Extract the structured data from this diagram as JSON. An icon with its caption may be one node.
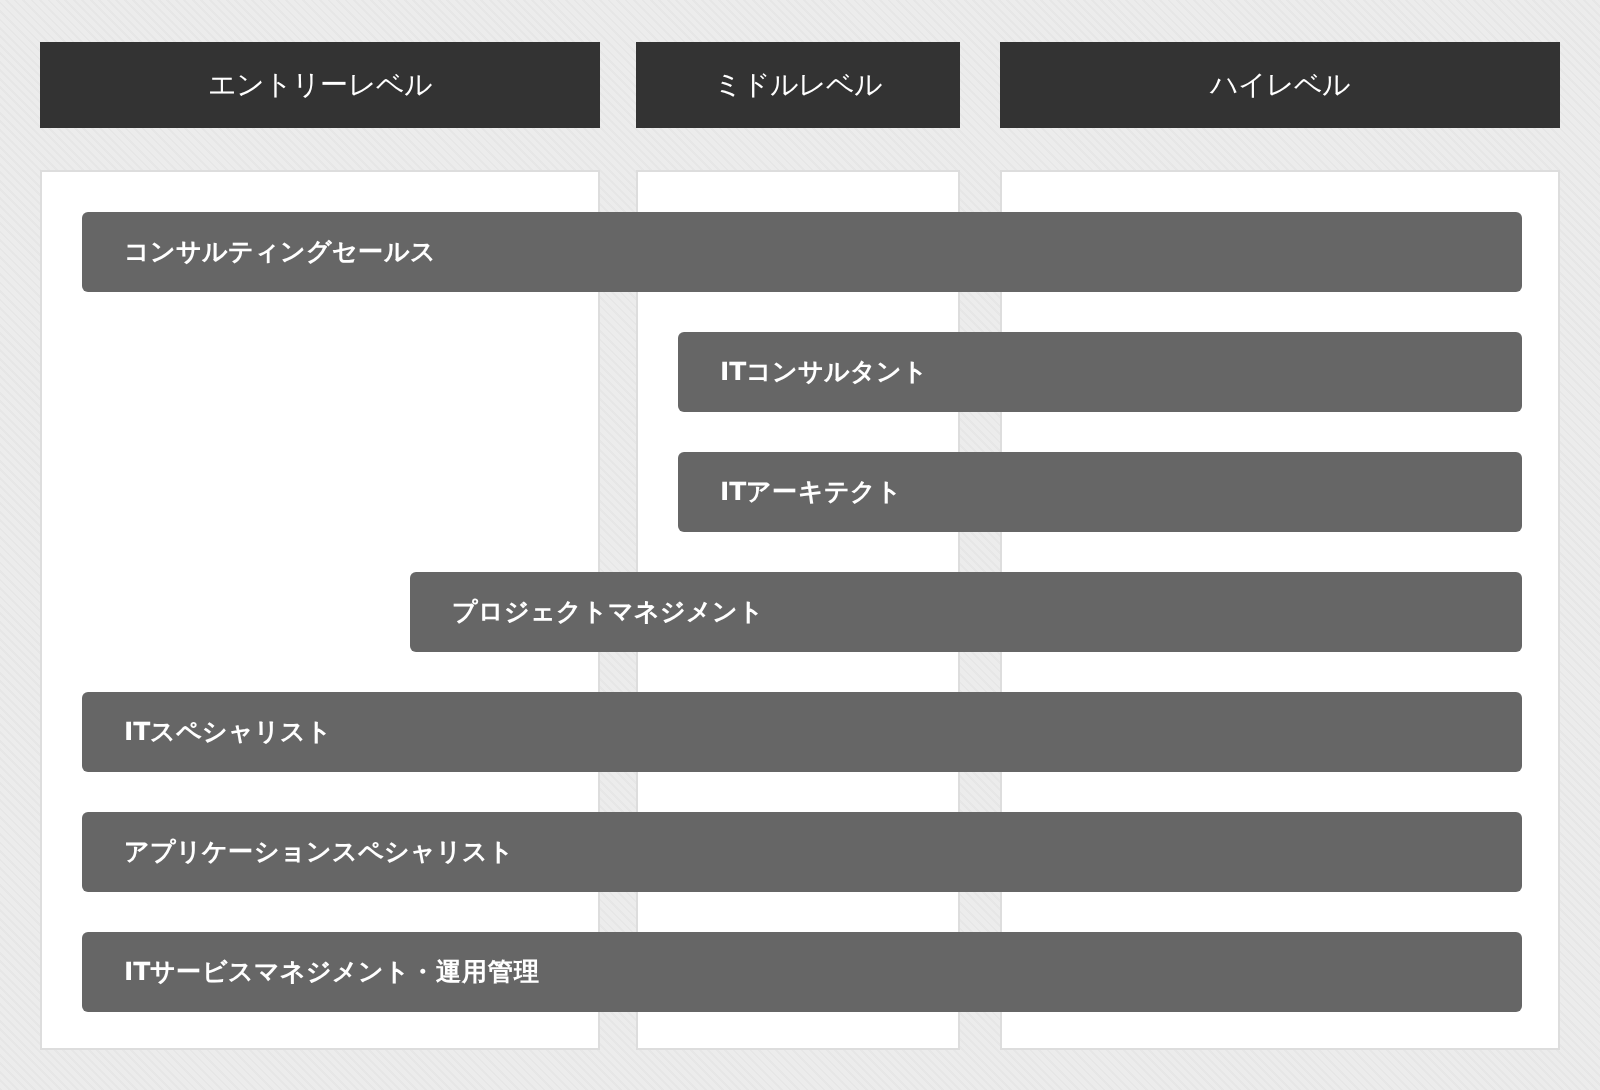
{
  "diagram": {
    "nodes": [
      {
        "text": [
          "エントリーレベル"
        ]
      },
      {
        "text": [
          "ミドルレベル"
        ]
      },
      {
        "text": [
          "ハイレベル"
        ]
      },
      {
        "text": [
          "コンサルティングセールス"
        ]
      },
      {
        "text": [
          "ITコンサルタント"
        ]
      },
      {
        "text": [
          "ITアーキテクト"
        ]
      },
      {
        "text": [
          "プロジェクトマネジメント"
        ]
      },
      {
        "text": [
          "ITスペシャリスト"
        ]
      },
      {
        "text": [
          "アプリケーションスペシャリスト"
        ]
      },
      {
        "text": [
          "ITサービスマネジメント・運用管理"
        ]
      }
    ],
    "edges": []
  }
}
